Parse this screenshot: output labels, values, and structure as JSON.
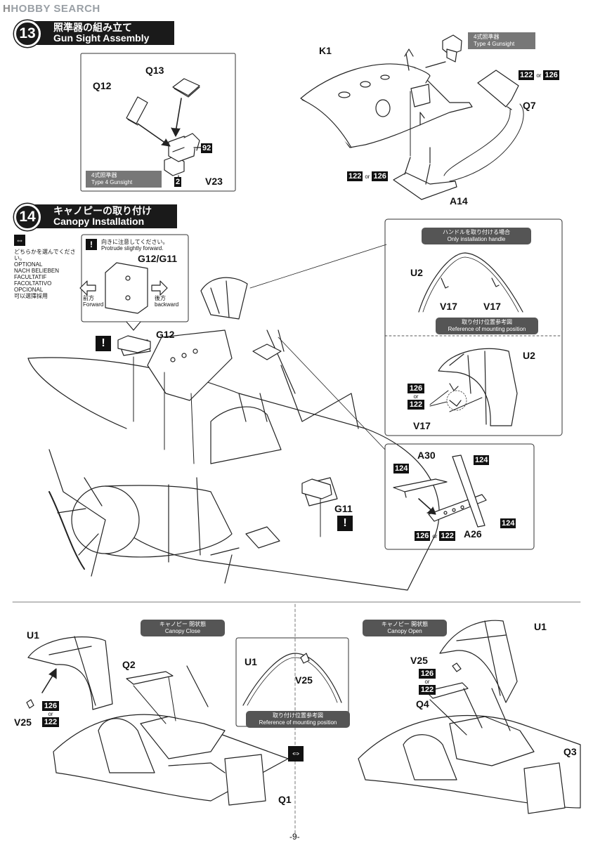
{
  "watermark": {
    "prefix": "H",
    "text": "HOBBY SEARCH"
  },
  "step13": {
    "number": "13",
    "title_jp": "照準器の組み立て",
    "title_en": "Gun Sight Assembly",
    "parts": {
      "q13": "Q13",
      "q12": "Q12",
      "v23": "V23",
      "k1": "K1",
      "a14": "A14",
      "q7": "Q7"
    },
    "codes": {
      "c92": "92",
      "c2": "2",
      "c122": "122",
      "c126": "126",
      "or": "or"
    },
    "gunsight_label_jp": "4式照準器",
    "gunsight_label_en": "Type 4 Gunsight"
  },
  "step14": {
    "number": "14",
    "title_jp": "キャノピーの取り付け",
    "title_en": "Canopy Installation",
    "optional": {
      "jp": "どちらかを選んでください。",
      "lines": [
        "OPTIONAL",
        "NACH BELIEBEN",
        "FACULTATIF",
        "FACOLTATIVO",
        "OPCIONAL",
        "可以選擇採用"
      ]
    },
    "caution": {
      "jp": "向きに注意してください。",
      "en": "Protrude slightly forward.",
      "part": "G12/G11",
      "fwd_jp": "前方",
      "fwd_en": "Forward",
      "back_jp": "後方",
      "back_en": "backward"
    },
    "parts": {
      "g12": "G12",
      "g11": "G11",
      "u2": "U2",
      "v17": "V17",
      "a30": "A30",
      "a26": "A26"
    },
    "handle_title_jp": "ハンドルを取り付ける場合",
    "handle_title_en": "Only installation handle",
    "ref_jp": "取り付け位置参考図",
    "ref_en": "Reference of mounting position",
    "codes": {
      "c124": "124",
      "c126": "126",
      "c122": "122",
      "or": "or"
    }
  },
  "bottom": {
    "close_jp": "キャノピー 閉状態",
    "close_en": "Canopy Close",
    "open_jp": "キャノピー 開状態",
    "open_en": "Canopy Open",
    "parts": {
      "u1": "U1",
      "v25": "V25",
      "q2": "Q2",
      "q1": "Q1",
      "q4": "Q4",
      "q3": "Q3"
    },
    "ref_jp": "取り付け位置参考図",
    "ref_en": "Reference of mounting position",
    "codes": {
      "c126": "126",
      "c122": "122",
      "or": "or"
    }
  },
  "page_number": "-9-"
}
